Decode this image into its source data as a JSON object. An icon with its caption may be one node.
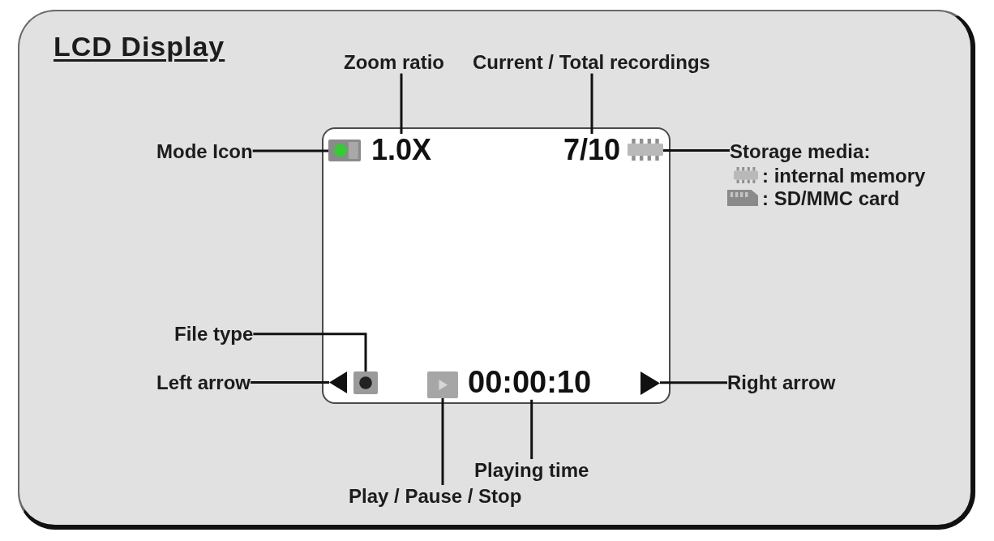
{
  "diagram": {
    "title": "LCD Display",
    "nodes": [
      {
        "text": [
          "Zoom ratio"
        ]
      },
      {
        "text": [
          "Current / Total recordings"
        ]
      },
      {
        "text": [],
        "shape": "box"
      },
      {
        "text": [
          "Mode Icon"
        ]
      },
      {
        "text": [],
        "shape": "picture",
        "in": 2
      },
      {
        "text": [
          "1.0X"
        ],
        "in": 2
      },
      {
        "text": [
          "7/10"
        ],
        "in": 2
      },
      {
        "text": [],
        "shape": "picture",
        "in": 2
      },
      {
        "text": [
          "Storage media:"
        ]
      },
      {
        "text": [
          "File type"
        ]
      },
      {
        "text": [
          "Left arrow"
        ]
      },
      {
        "text": [],
        "shape": "triangle",
        "in": 2
      },
      {
        "text": [],
        "shape": "picture",
        "in": 2
      },
      {
        "text": [],
        "shape": "picture",
        "in": 2
      },
      {
        "text": [
          "00:00:10"
        ],
        "in": 2
      },
      {
        "text": [],
        "shape": "triangle",
        "in": 2
      },
      {
        "text": [
          "Right arrow"
        ]
      },
      {
        "text": [
          "Playing time"
        ]
      },
      {
        "text": [
          "Play / Pause / Stop"
        ]
      }
    ],
    "edges": [
      {
        "from": 0,
        "to": 5,
        "arrow": "none"
      },
      {
        "from": 1,
        "to": 6,
        "arrow": "none"
      },
      {
        "from": 3,
        "to": 4,
        "arrow": "none"
      },
      {
        "from": 8,
        "to": 7,
        "arrow": "none"
      },
      {
        "from": 9,
        "to": 12,
        "arrow": "none"
      },
      {
        "from": 10,
        "to": 11,
        "arrow": "none"
      },
      {
        "from": 16,
        "to": 15,
        "arrow": "none"
      },
      {
        "from": 17,
        "to": 14,
        "arrow": "none"
      },
      {
        "from": 18,
        "to": 13,
        "arrow": "none"
      }
    ],
    "legend": [
      {
        "text": ": internal memory"
      },
      {
        "text": ": SD/MMC card"
      }
    ]
  }
}
